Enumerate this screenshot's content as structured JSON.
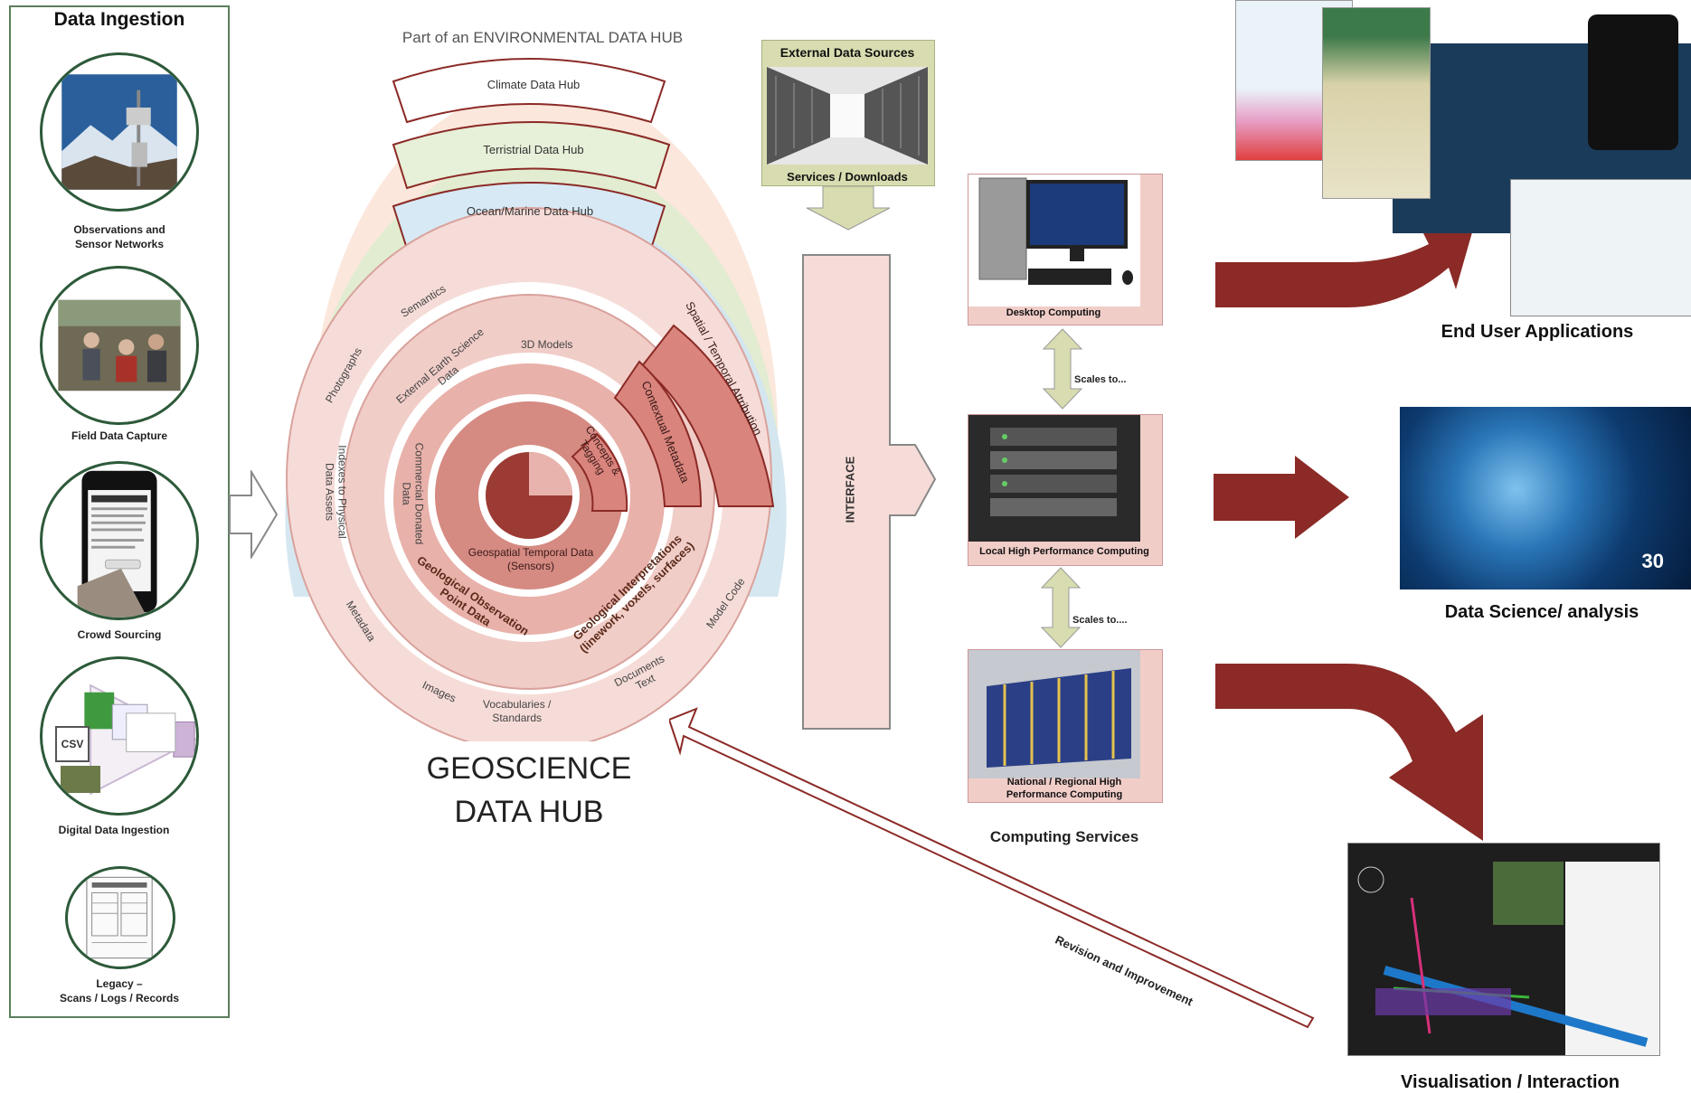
{
  "ingestion": {
    "title": "Data Ingestion",
    "items": [
      {
        "label_line1": "Observations and",
        "label_line2": "Sensor Networks"
      },
      {
        "label_line1": "Field Data Capture",
        "label_line2": ""
      },
      {
        "label_line1": "Crowd Sourcing",
        "label_line2": ""
      },
      {
        "label_line1": "Digital Data Ingestion",
        "label_line2": ""
      },
      {
        "label_line1": "Legacy –",
        "label_line2": "Scans / Logs / Records"
      }
    ],
    "csv_text": "CSV"
  },
  "hub": {
    "subtitle": "Part of an ENVIRONMENTAL DATA HUB",
    "outer_hubs": [
      "Climate Data Hub",
      "Terristrial Data Hub",
      "Ocean/Marine Data Hub"
    ],
    "ring_labels": {
      "semantics": "Semantics",
      "photographs": "Photographs",
      "indexes_line1": "Indexes to Physical",
      "indexes_line2": "Data Assets",
      "metadata": "Metadata",
      "images": "Images",
      "vocab_line1": "Vocabularies /",
      "vocab_line2": "Standards",
      "documents_line1": "Documents",
      "documents_line2": "Text",
      "model_code": "Model Code",
      "external_line1": "External Earth Science",
      "external_line2": "Data",
      "commercial_line1": "Commercial Donated",
      "commercial_line2": "Data",
      "models_3d": "3D Models",
      "spatial": "Spatial / Temporal Attribution",
      "contextual": "Contextual Metadata",
      "concepts_line1": "Concepts &",
      "concepts_line2": "Tagging",
      "geo_obs_line1": "Geological Observation",
      "geo_obs_line2": "Point Data",
      "geo_int_line1": "Geological Interpretations",
      "geo_int_line2": "(linework, voxels, surfaces)",
      "geospatial_line1": "Geospatial Temporal Data",
      "geospatial_line2": "(Sensors)"
    },
    "title_line1": "GEOSCIENCE",
    "title_line2": "DATA HUB"
  },
  "external": {
    "title": "External Data Sources",
    "footer": "Services / Downloads"
  },
  "interface_label": "INTERFACE",
  "computing": {
    "desktop": "Desktop Computing",
    "local_hpc": "Local High Performance Computing",
    "national_line1": "National / Regional High",
    "national_line2": "Performance Computing",
    "scales1": "Scales to...",
    "scales2": "Scales to....",
    "title": "Computing Services"
  },
  "outputs": {
    "end_user": "End User Applications",
    "data_science": "Data Science/ analysis",
    "visualisation": "Visualisation / Interaction",
    "screen_number": "30"
  },
  "revision_label": "Revision and Improvement",
  "colors": {
    "dark_red": "#8b2a26",
    "ring_pink": "#e8b9b4",
    "ring_light": "#f6dcd8",
    "ring_mid": "#d9847d",
    "green_border": "#2d5a3a",
    "olive": "#d8dcb0"
  }
}
